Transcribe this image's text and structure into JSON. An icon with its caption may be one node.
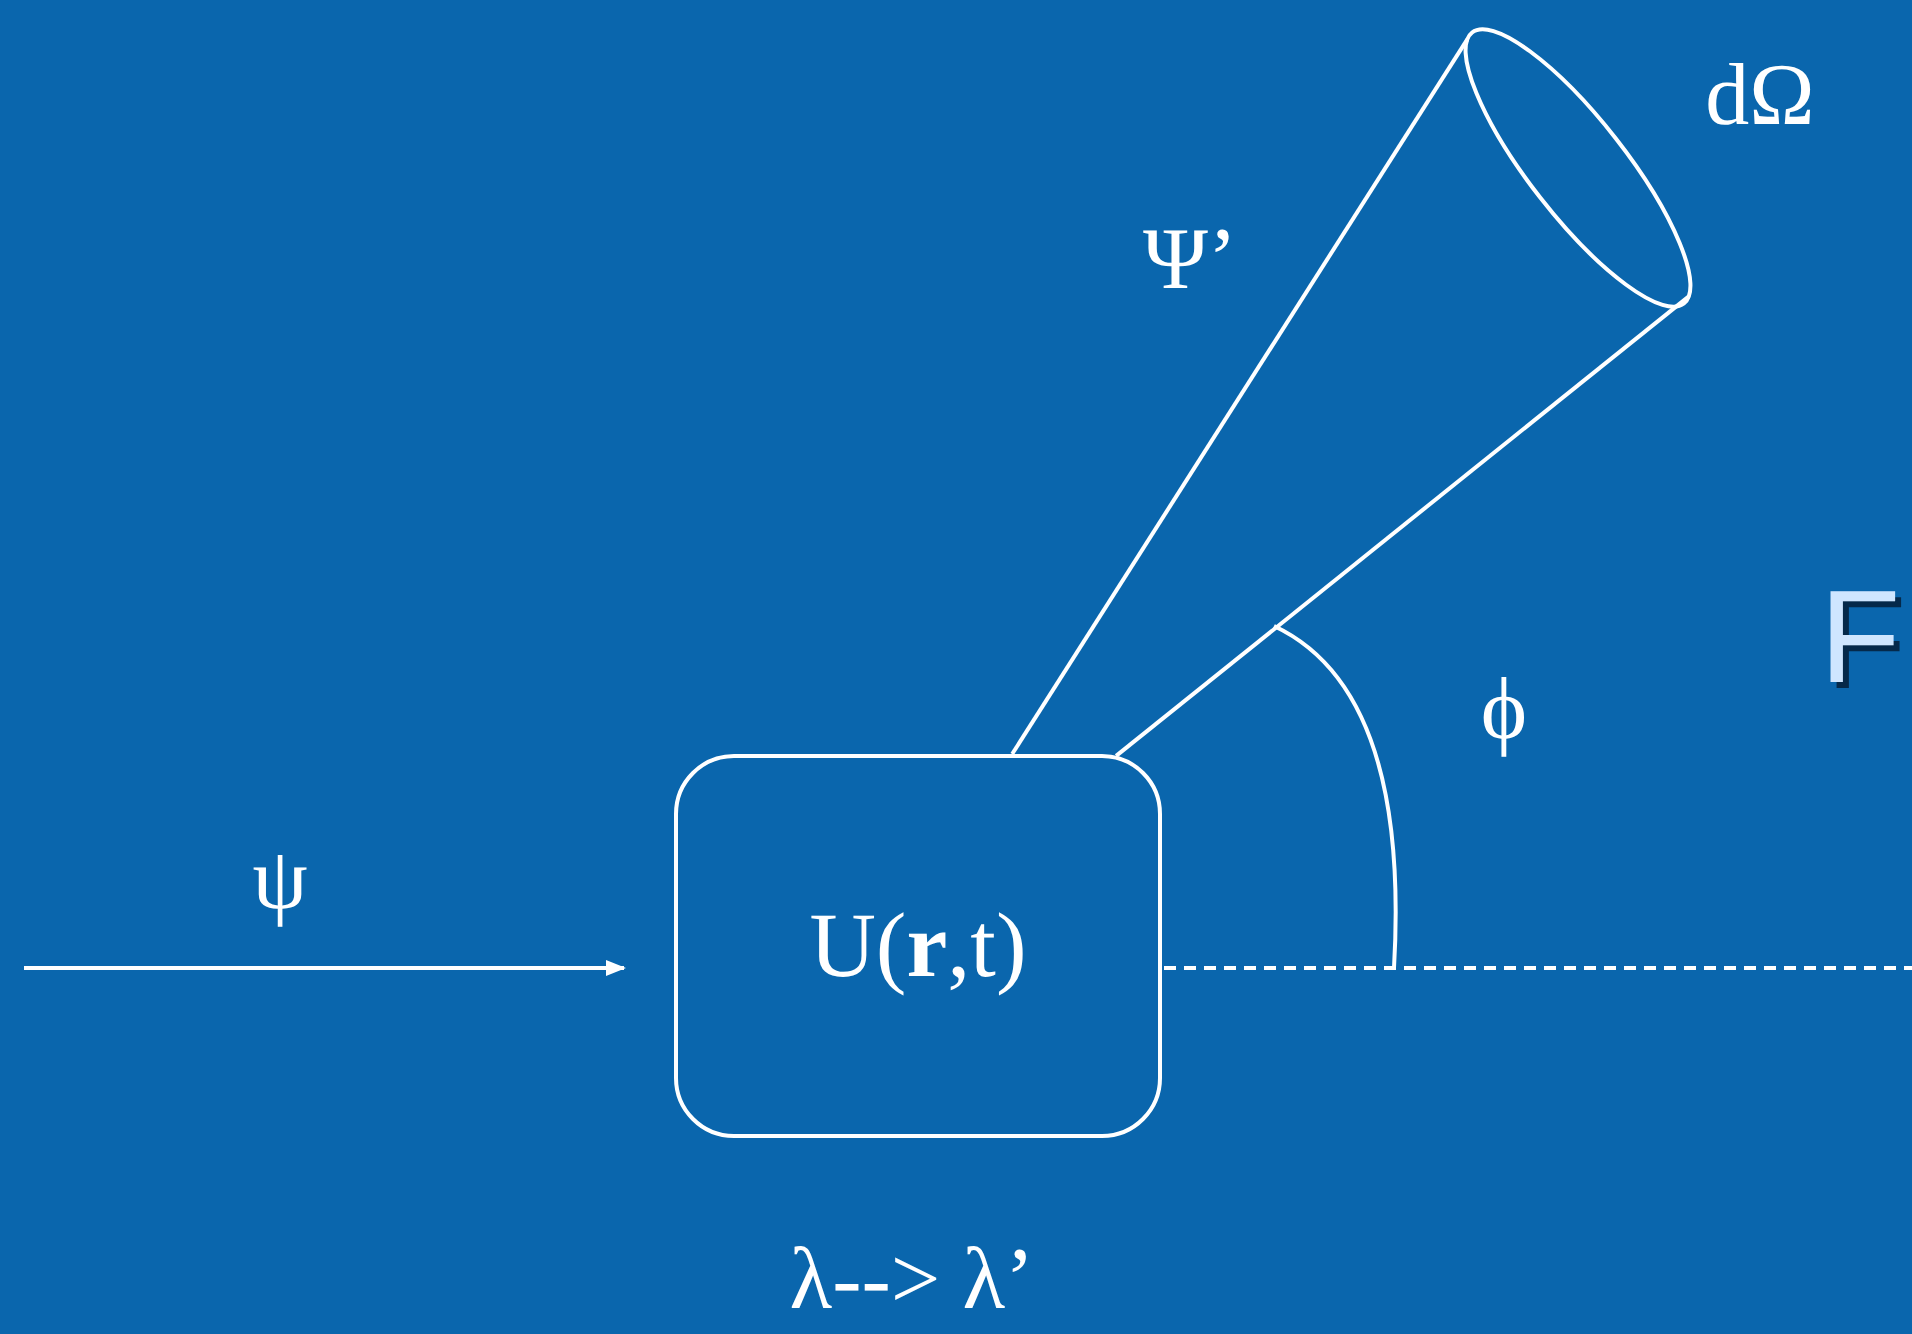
{
  "diagram": {
    "nodes": [
      {
        "text": [
          "U(**r**,t)"
        ],
        "beside": [
          "λ--> λ’"
        ]
      },
      {
        "text": [],
        "shape": "ellipse",
        "beside": [
          "dΩ"
        ]
      }
    ],
    "edges": [
      {
        "from": null,
        "to": 0,
        "arrow": "to",
        "label": "ψ"
      },
      {
        "from": 0,
        "to": 1,
        "arrow": "none",
        "label": "Ψ’"
      },
      {
        "from": 0,
        "to": 1,
        "arrow": "none"
      },
      {
        "from": 0,
        "to": null,
        "arrow": "none",
        "style": "dashed"
      }
    ],
    "labels": [
      "ϕ",
      "F"
    ]
  }
}
